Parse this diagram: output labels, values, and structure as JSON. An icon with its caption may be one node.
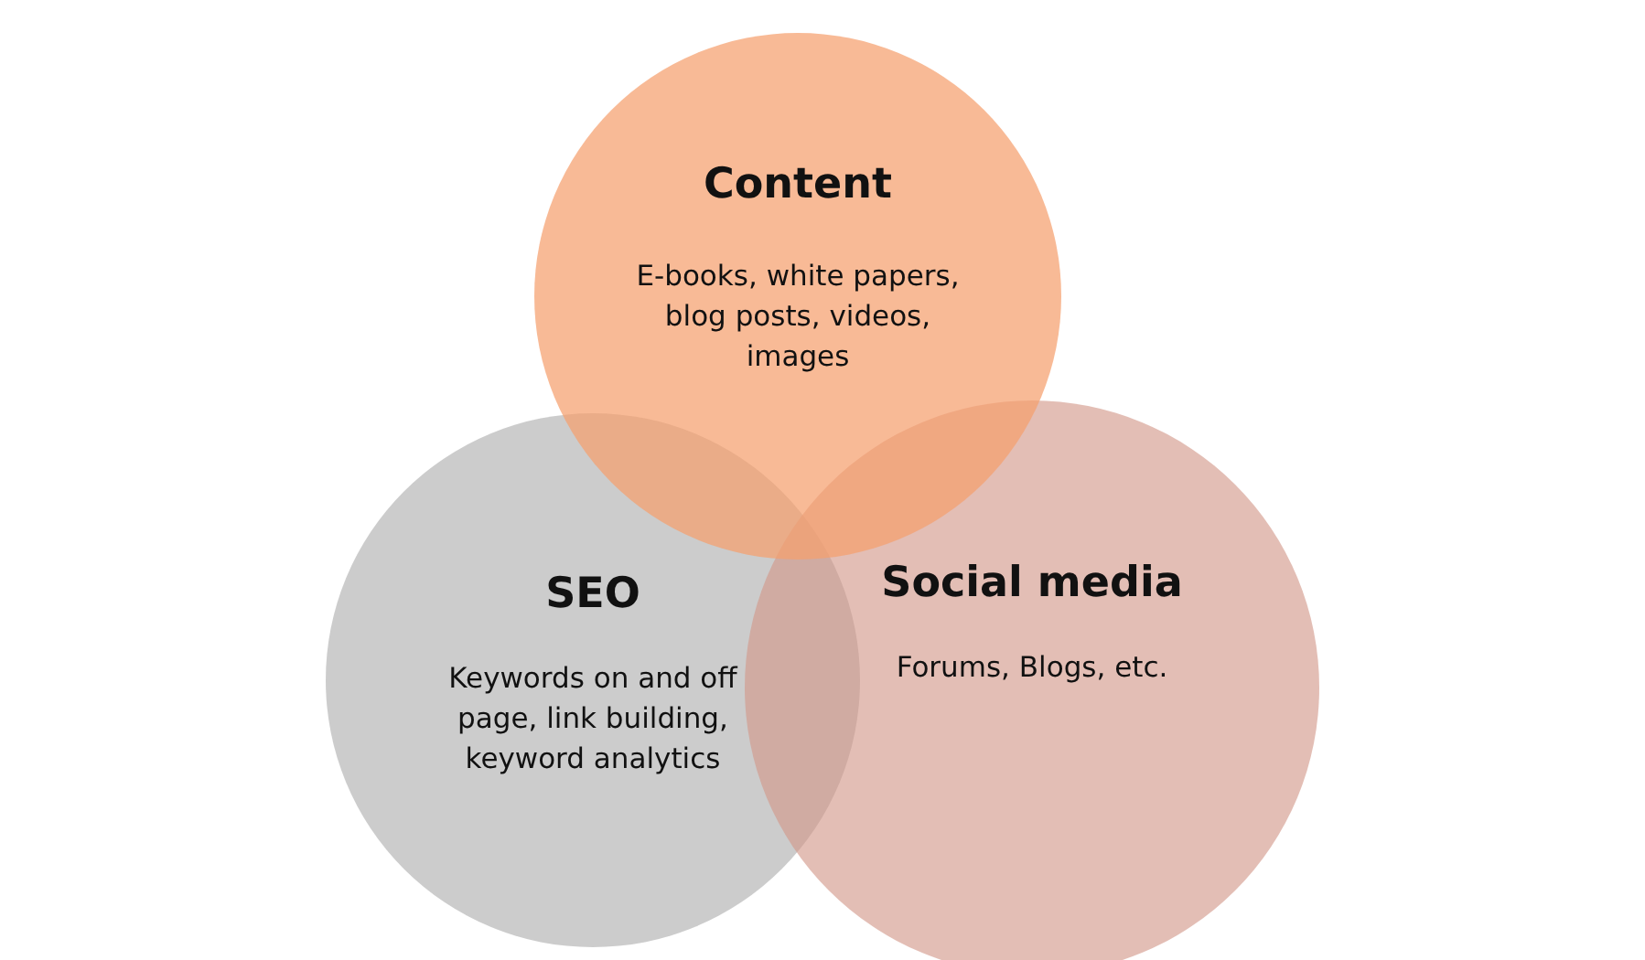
{
  "diagram": {
    "nodes": [
      {
        "text": [
          "Content",
          "E-books, white papers, blog posts, videos, images"
        ]
      },
      {
        "text": [
          "SEO",
          "Keywords on and off page, link building, keyword analytics"
        ]
      },
      {
        "text": [
          "Social media",
          "Forums, Blogs, etc."
        ]
      }
    ]
  }
}
